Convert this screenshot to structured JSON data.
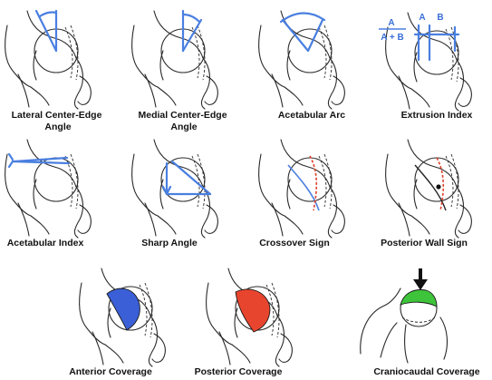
{
  "figure": {
    "panels": [
      {
        "label_lines": [
          "Lateral Center-Edge",
          "Angle"
        ]
      },
      {
        "label_lines": [
          "Medial Center-Edge",
          "Angle"
        ]
      },
      {
        "label_lines": [
          "Acetabular Arc"
        ]
      },
      {
        "label_lines": [
          "Extrusion Index"
        ]
      },
      {
        "label_lines": [
          "Acetabular Index"
        ]
      },
      {
        "label_lines": [
          "Sharp Angle"
        ]
      },
      {
        "label_lines": [
          "Crossover Sign"
        ]
      },
      {
        "label_lines": [
          "Posterior Wall Sign"
        ]
      },
      {
        "label_lines": [
          "Anterior Coverage"
        ]
      },
      {
        "label_lines": [
          "Posterior Coverage"
        ]
      },
      {
        "label_lines": [
          "Craniocaudal Coverage"
        ]
      }
    ],
    "extrusion_formula": {
      "numerator": "A",
      "denominator": "A + B",
      "mark_a": "A",
      "mark_b": "B"
    },
    "colors": {
      "measure_blue": "#4a7fe0",
      "crossover_red": "#e0402a",
      "anterior_fill": "#3b5fd6",
      "posterior_fill": "#e8452e",
      "craniocaudal_fill": "#3ec43a",
      "arrow": "#111111"
    }
  }
}
